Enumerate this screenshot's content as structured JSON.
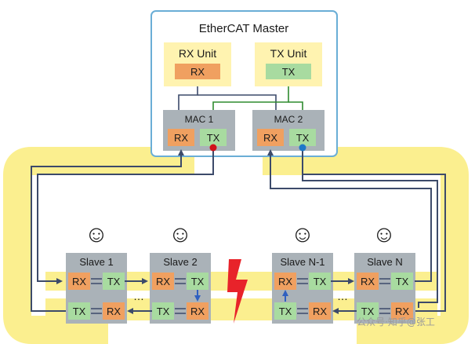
{
  "master": {
    "title": "EtherCAT Master",
    "rx_unit": {
      "title": "RX Unit",
      "port": "RX"
    },
    "tx_unit": {
      "title": "TX Unit",
      "port": "TX"
    },
    "macs": [
      {
        "label": "MAC 1",
        "rx": "RX",
        "tx": "TX"
      },
      {
        "label": "MAC 2",
        "rx": "RX",
        "tx": "TX"
      }
    ]
  },
  "slaves": [
    {
      "name": "Slave 1",
      "top": [
        "RX",
        "TX"
      ],
      "bottom": [
        "TX",
        "RX"
      ]
    },
    {
      "name": "Slave 2",
      "top": [
        "RX",
        "TX"
      ],
      "bottom": [
        "TX",
        "RX"
      ]
    },
    {
      "name": "Slave N-1",
      "top": [
        "RX",
        "TX"
      ],
      "bottom": [
        "TX",
        "RX"
      ]
    },
    {
      "name": "Slave N",
      "top": [
        "RX",
        "TX"
      ],
      "bottom": [
        "TX",
        "RX"
      ]
    }
  ],
  "ellipsis": "…",
  "smiley": "☺",
  "watermark": "公众号·知乎@张工",
  "colors": {
    "frame_blue": "#6aaed6",
    "unit_yellow": "#fff3b0",
    "ring_yellow": "#fbef8f",
    "rx_orange": "#f0a060",
    "tx_green": "#a8dba0",
    "mac_gray": "#aab2b8",
    "line_dark": "#3c4a6a",
    "line_green": "#2e8b2e",
    "fault_red": "#e8232a",
    "dot_red": "#d0121b",
    "dot_blue": "#1f78c8"
  }
}
